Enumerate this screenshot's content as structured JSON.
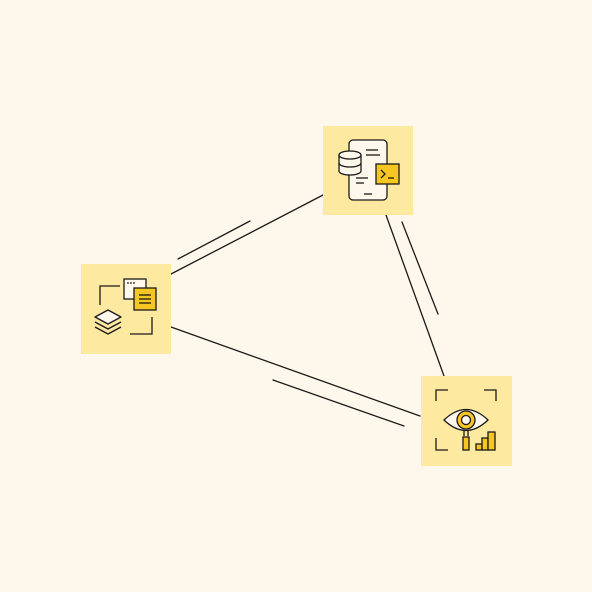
{
  "colors": {
    "background": "#fef8ec",
    "tile": "#fde9a0",
    "accent": "#f6c623",
    "stroke": "#1a1a1a"
  },
  "nodes": [
    {
      "id": "data-layers",
      "icons": [
        "layers-icon",
        "document-icon"
      ]
    },
    {
      "id": "mobile-app",
      "icons": [
        "database-icon",
        "mobile-phone-icon",
        "terminal-icon"
      ]
    },
    {
      "id": "monitoring",
      "icons": [
        "eye-icon",
        "magnifier-icon",
        "bar-chart-icon"
      ]
    }
  ],
  "edges": [
    {
      "from": "data-layers",
      "to": "mobile-app"
    },
    {
      "from": "mobile-app",
      "to": "monitoring"
    },
    {
      "from": "data-layers",
      "to": "monitoring"
    }
  ]
}
